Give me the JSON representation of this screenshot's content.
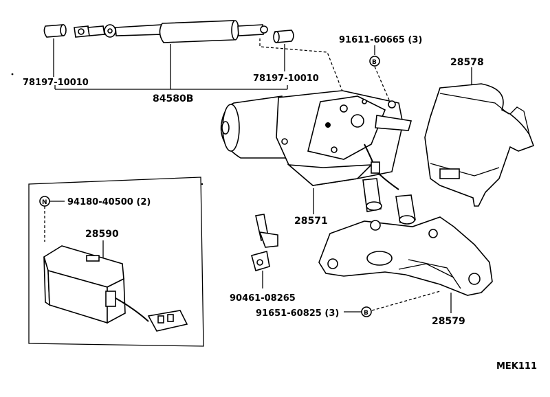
{
  "labels": {
    "p78197_left": "78197-10010",
    "p78197_right": "78197-10010",
    "p84580b": "84580B",
    "p91611": "91611-60665 (3)",
    "p28578": "28578",
    "p28571": "28571",
    "p94180": "94180-40500 (2)",
    "p28590": "28590",
    "p90461": "90461-08265",
    "p91651": "91651-60825 (3)",
    "p28579": "28579",
    "code": "MEK111"
  },
  "markers": {
    "b_top": "B",
    "n_box": "N",
    "b_bottom": "B"
  }
}
